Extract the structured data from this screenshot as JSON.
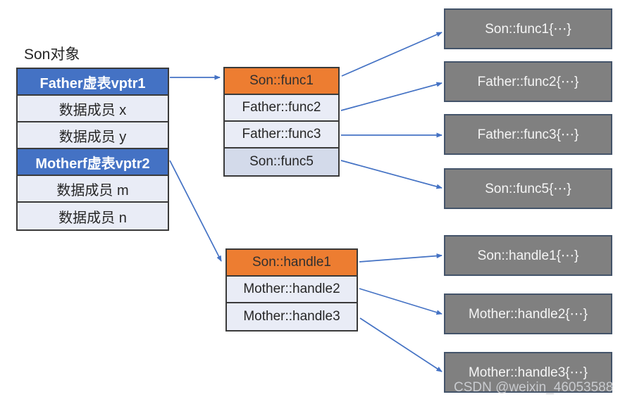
{
  "title": "Son对象",
  "colors": {
    "vptr_blue": "#4472C4",
    "vtable_orange": "#ED7D31",
    "row_light": "#E9ECF6",
    "row_darker": "#D3DAEA",
    "func_box_gray": "#808080",
    "func_box_border": "#44546A",
    "arrow_blue": "#4472C4",
    "table_border": "#3A3A3A"
  },
  "object_table": {
    "rows": [
      {
        "label": "Father虚表vptr1",
        "type": "vptr"
      },
      {
        "label": "数据成员 x",
        "type": "data"
      },
      {
        "label": "数据成员 y",
        "type": "data"
      },
      {
        "label": "Motherf虚表vptr2",
        "type": "vptr"
      },
      {
        "label": "数据成员 m",
        "type": "data"
      },
      {
        "label": "数据成员 n",
        "type": "data"
      }
    ]
  },
  "vtable1": {
    "rows": [
      {
        "label": "Son::func1",
        "type": "head"
      },
      {
        "label": "Father::func2",
        "type": "entry"
      },
      {
        "label": "Father::func3",
        "type": "entry"
      },
      {
        "label": "Son::func5",
        "type": "entry-darker"
      }
    ]
  },
  "vtable2": {
    "rows": [
      {
        "label": "Son::handle1",
        "type": "head"
      },
      {
        "label": "Mother::handle2",
        "type": "entry"
      },
      {
        "label": "Mother::handle3",
        "type": "entry"
      }
    ]
  },
  "function_boxes": [
    {
      "label": "Son::func1{⋯}"
    },
    {
      "label": "Father::func2{⋯}"
    },
    {
      "label": "Father::func3{⋯}"
    },
    {
      "label": "Son::func5{⋯}"
    },
    {
      "label": "Son::handle1{⋯}"
    },
    {
      "label": "Mother::handle2{⋯}"
    },
    {
      "label": "Mother::handle3{⋯}"
    }
  ],
  "watermark": "CSDN @weixin_46053588"
}
